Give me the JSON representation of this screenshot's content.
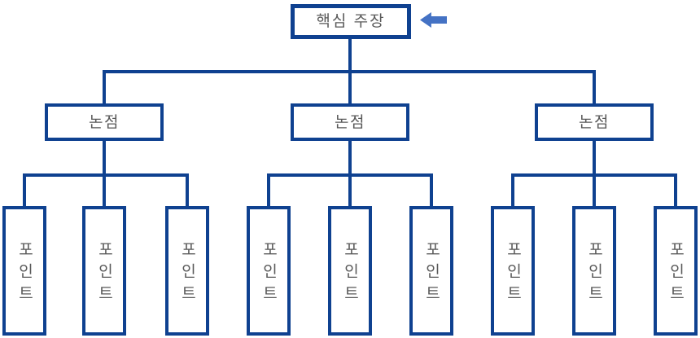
{
  "diagram": {
    "root": {
      "label": "핵심 주장"
    },
    "branches": [
      {
        "label": "논점"
      },
      {
        "label": "논점"
      },
      {
        "label": "논점"
      }
    ],
    "points": [
      {
        "label": "포인트"
      },
      {
        "label": "포인트"
      },
      {
        "label": "포인트"
      },
      {
        "label": "포인트"
      },
      {
        "label": "포인트"
      },
      {
        "label": "포인트"
      },
      {
        "label": "포인트"
      },
      {
        "label": "포인트"
      },
      {
        "label": "포인트"
      }
    ],
    "arrow_icon": "left-arrow"
  },
  "colors": {
    "line": "#0F4190",
    "arrow": "#4472C4",
    "text": "#595959",
    "background": "#FFFFFF"
  }
}
